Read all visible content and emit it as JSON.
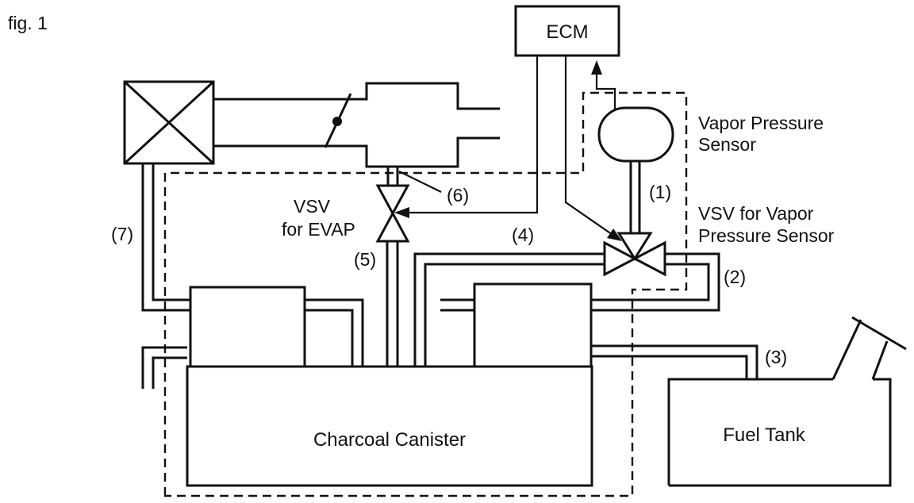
{
  "figure_label": "fig. 1",
  "labels": {
    "ecm": "ECM",
    "vapor_pressure_sensor_line1": "Vapor Pressure",
    "vapor_pressure_sensor_line2": "Sensor",
    "vsv_vapor_line1": "VSV for Vapor",
    "vsv_vapor_line2": "Pressure Sensor",
    "vsv_evap_line1": "VSV",
    "vsv_evap_line2": "for EVAP",
    "charcoal_canister": "Charcoal Canister",
    "fuel_tank": "Fuel Tank"
  },
  "callouts": {
    "c1": "(1)",
    "c2": "(2)",
    "c3": "(3)",
    "c4": "(4)",
    "c5": "(5)",
    "c6": "(6)",
    "c7": "(7)"
  }
}
